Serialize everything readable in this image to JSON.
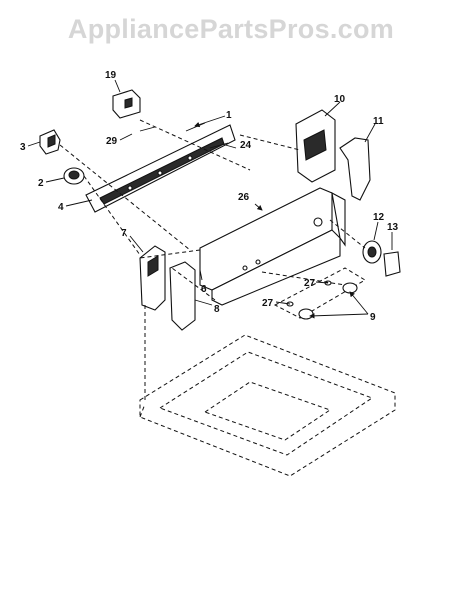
{
  "watermark": {
    "text": "AppliancePartsPros.com"
  },
  "callouts": {
    "c1": "1",
    "c2": "2",
    "c3": "3",
    "c4": "4",
    "c5": "6",
    "c6": "7",
    "c7": "8",
    "c8": "9",
    "c9": "10",
    "c10": "11",
    "c11": "12",
    "c12": "13",
    "c13": "19",
    "c14": "24",
    "c15": "26",
    "c16": "27",
    "c17": "27",
    "c18": "29"
  }
}
